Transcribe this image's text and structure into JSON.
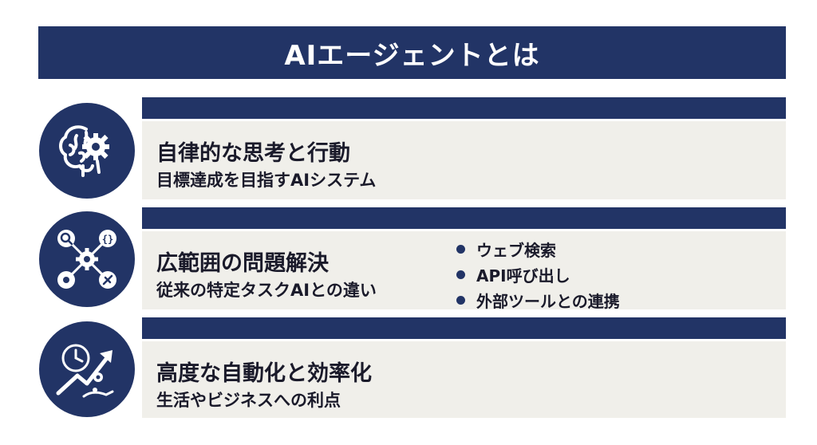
{
  "title": "AIエージェントとは",
  "colors": {
    "navy": "#223466",
    "panel": "#f0efea",
    "text": "#1a1a2a"
  },
  "rows": [
    {
      "icon": "brain-gear-icon",
      "main": "自律的な思考と行動",
      "sub": "目標達成を目指すAIシステム"
    },
    {
      "icon": "network-tools-icon",
      "main": "広範囲の問題解決",
      "sub": "従来の特定タスクAIとの違い",
      "bullets": [
        "ウェブ検索",
        "API呼び出し",
        "外部ツールとの連携"
      ]
    },
    {
      "icon": "growth-automation-icon",
      "main": "高度な自動化と効率化",
      "sub": "生活やビジネスへの利点"
    }
  ]
}
